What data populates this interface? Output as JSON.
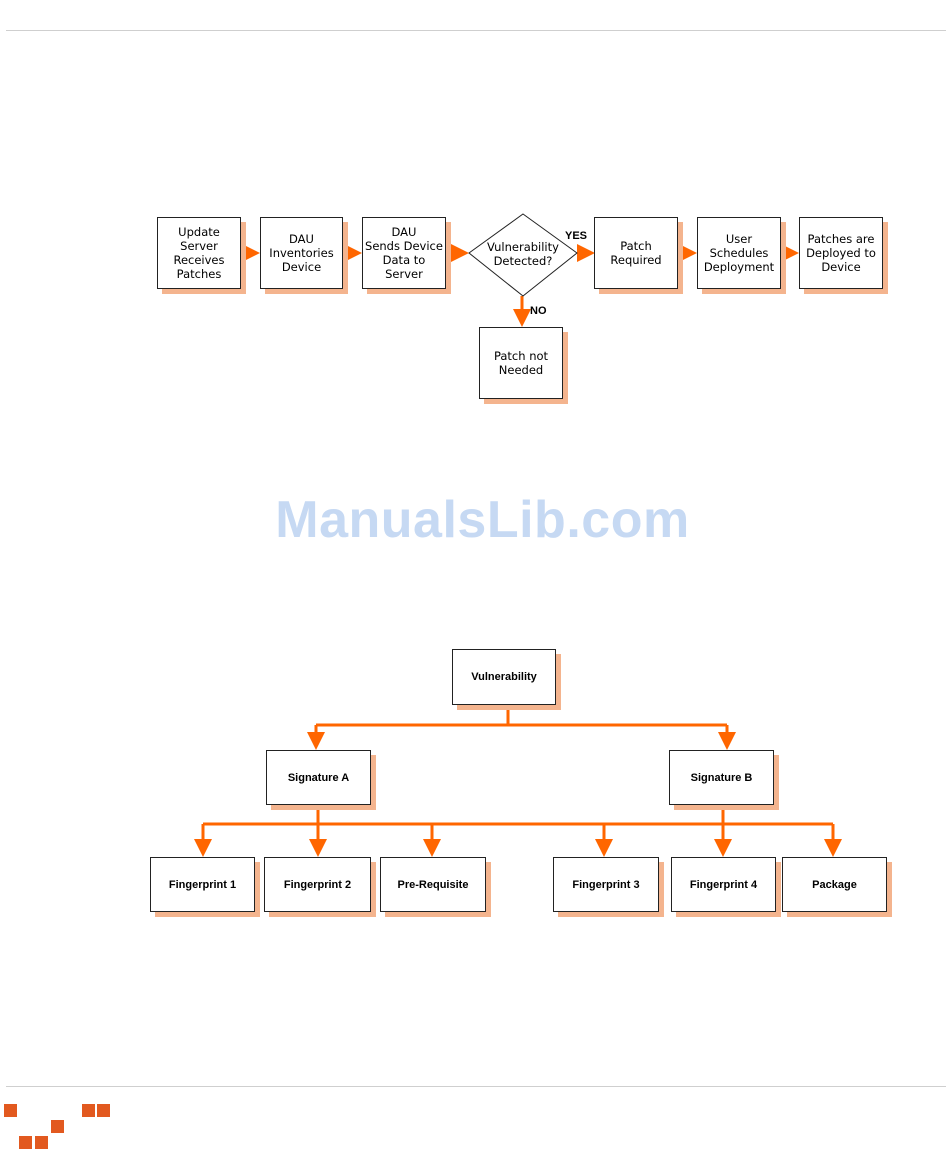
{
  "colors": {
    "accent": "#ff6600",
    "shadow": "#f4b48e",
    "logo": "#e2591f",
    "watermark": "#c6d9f3"
  },
  "flowchart": {
    "steps": [
      "Update Server\nReceives\nPatches",
      "DAU\nInventories\nDevice",
      "DAU\nSends Device\nData to\nServer"
    ],
    "decision": "Vulnerability\nDetected?",
    "yes_label": "YES",
    "no_label": "NO",
    "yes_steps": [
      "Patch\nRequired",
      "User\nSchedules\nDeployment",
      "Patches are\nDeployed to\nDevice"
    ],
    "no_step": "Patch not\nNeeded"
  },
  "watermark": "ManualsLib.com",
  "hierarchy": {
    "root": "Vulnerability",
    "signature_a": "Signature A",
    "signature_b": "Signature B",
    "a_children": [
      "Fingerprint 1",
      "Fingerprint 2",
      "Pre-Requisite"
    ],
    "b_children": [
      "Fingerprint 3",
      "Fingerprint 4",
      "Package"
    ]
  },
  "logo_icon": "stepped-squares-logo-icon"
}
